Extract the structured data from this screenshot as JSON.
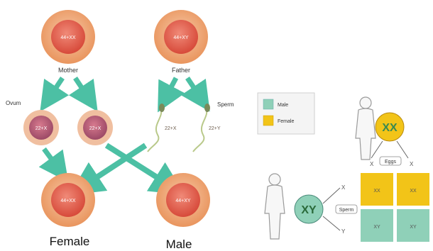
{
  "left": {
    "mother_label": "Mother",
    "father_label": "Father",
    "ovum_label": "Ovum",
    "sperm_label": "Sperm",
    "mother_genotype": "44+XX",
    "father_genotype": "44+XY",
    "ovum1_genotype": "22+X",
    "ovum2_genotype": "22+X",
    "sperm1_genotype": "22+X",
    "sperm2_genotype": "22+Y",
    "female_child_genotype": "44+XX",
    "male_child_genotype": "44+XY",
    "female_caption": "Female",
    "male_caption": "Male"
  },
  "right": {
    "legend": [
      {
        "label": "Male",
        "color": "#8fd0b8"
      },
      {
        "label": "Female",
        "color": "#f2c418"
      }
    ],
    "egg_label": "Eggs",
    "sperm_label": "Sperm",
    "mother_chromosomes": "XX",
    "father_chromosomes": "XY",
    "grid": [
      [
        "XX",
        "XX"
      ],
      [
        "XY",
        "XY"
      ]
    ]
  },
  "colors": {
    "cell_outer": "#f0b090",
    "cell_inner": "#e36a5a",
    "arrow": "#4cc0a4"
  }
}
